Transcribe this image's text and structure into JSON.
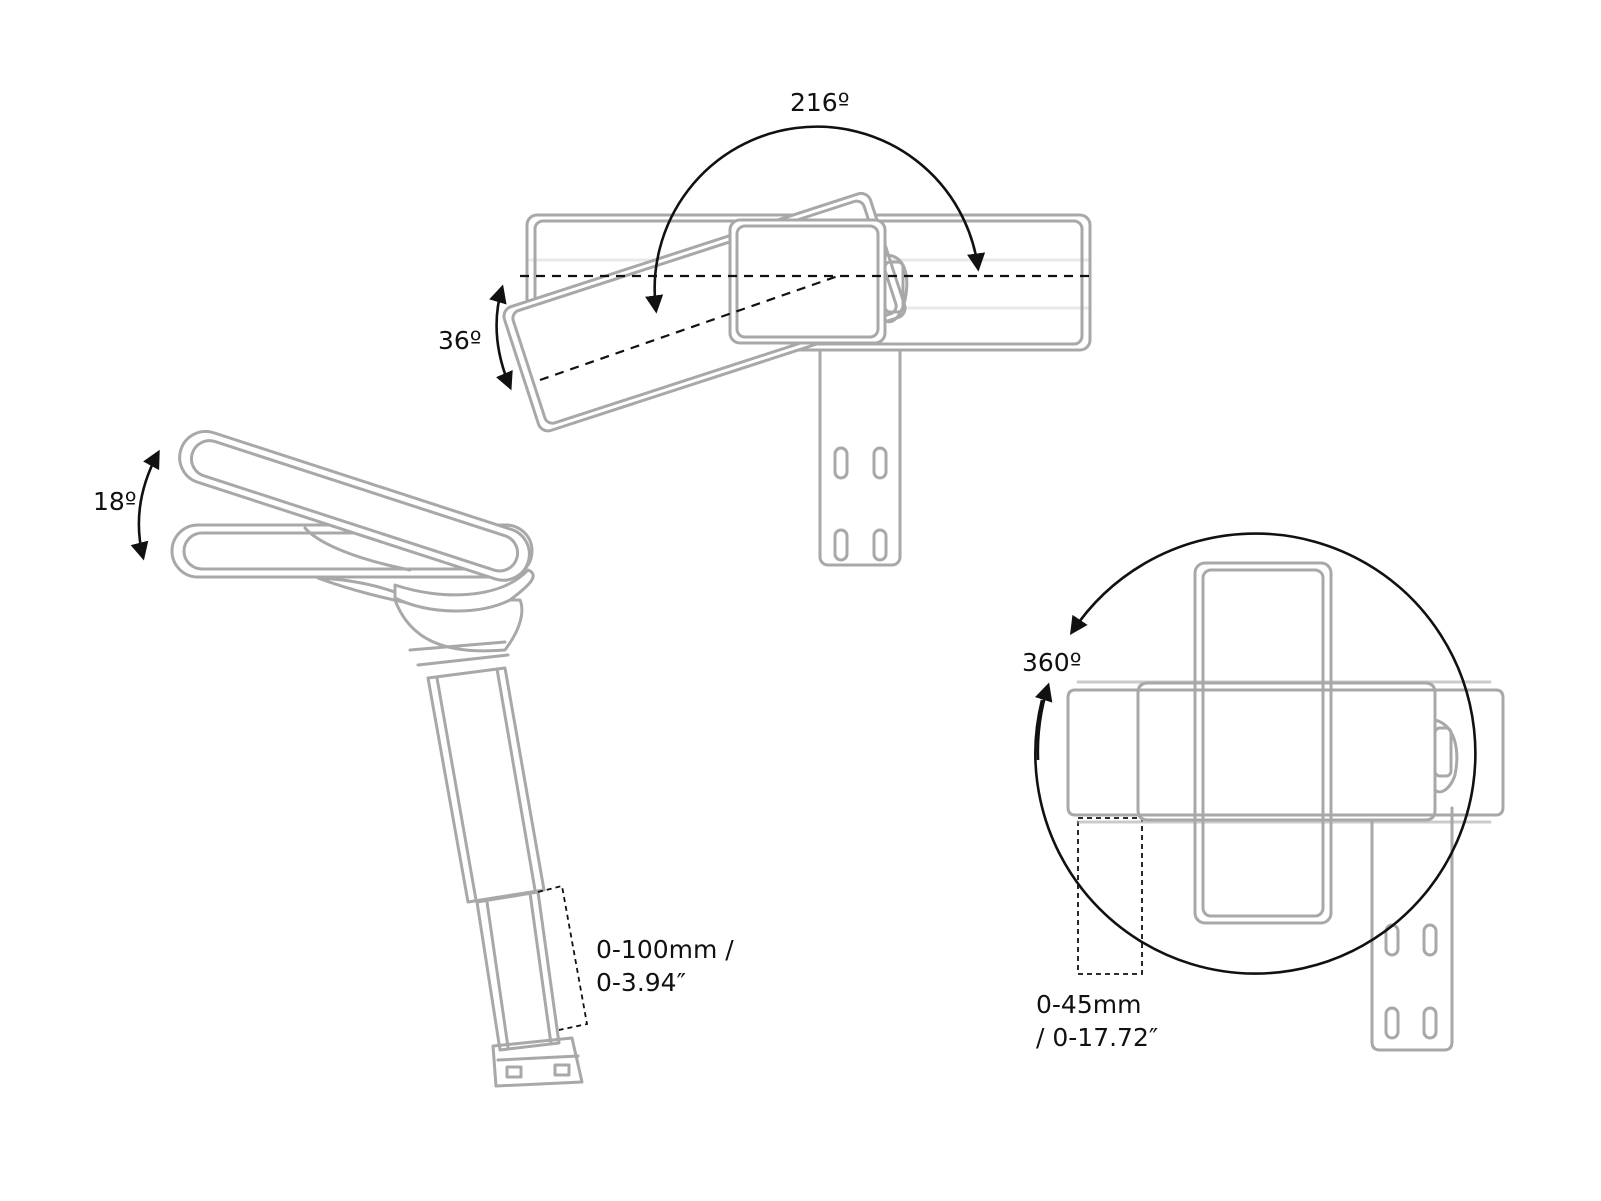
{
  "labels": {
    "swivel_angle": "216º",
    "pivot_angle": "36º",
    "tilt_angle": "18º",
    "height_range_line1": "0-100mm /",
    "height_range_line2": "0-3.94″",
    "rotation_angle": "360º",
    "depth_range_line1": "0-45mm",
    "depth_range_line2": "/ 0-17.72″"
  },
  "colors": {
    "part_outline": "#a8a8a8",
    "annotation": "#111111",
    "background": "#ffffff"
  }
}
